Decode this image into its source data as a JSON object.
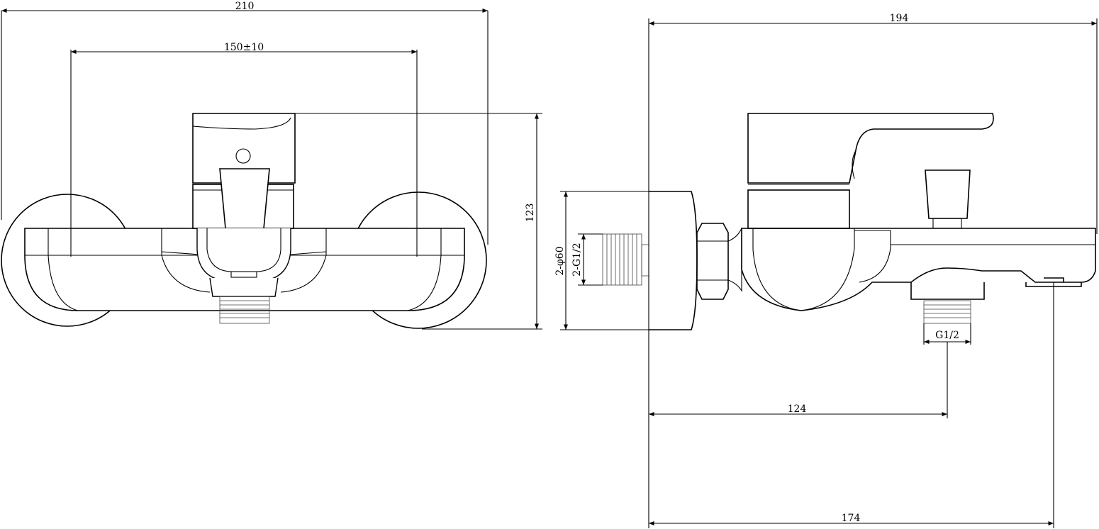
{
  "drawing": {
    "front_view": {
      "overall_width": "210",
      "center_distance": "150±10",
      "height": "123"
    },
    "side_view": {
      "overall_depth": "194",
      "flange_diameter": "2-φ60",
      "inlet_thread": "2-G1/2",
      "outlet_thread": "G1/2",
      "outlet_distance": "124",
      "spout_distance": "174"
    }
  }
}
